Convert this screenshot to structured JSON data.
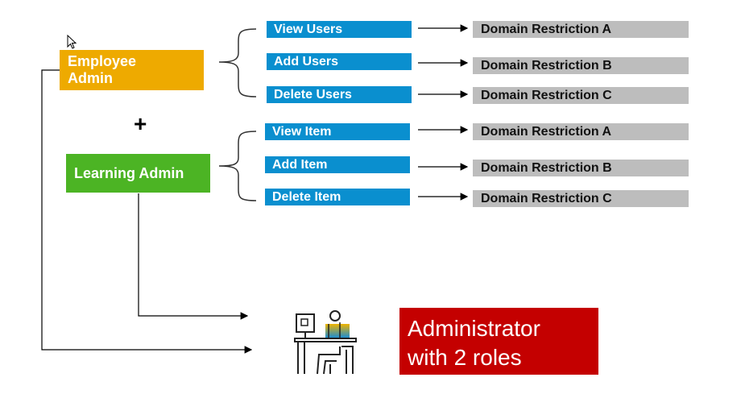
{
  "colors": {
    "employee_admin": "#EEAA00",
    "learning_admin": "#4CB424",
    "permission": "#0A8FCF",
    "restriction": "#BDBDBD",
    "result": "#C40000"
  },
  "roles": {
    "employee_admin": "Employee Admin",
    "learning_admin": "Learning Admin",
    "plus_sign": "+"
  },
  "employee_permissions": [
    {
      "label": "View Users",
      "restriction": "Domain Restriction A"
    },
    {
      "label": "Add Users",
      "restriction": "Domain Restriction B"
    },
    {
      "label": "Delete Users",
      "restriction": "Domain Restriction C"
    }
  ],
  "learning_permissions": [
    {
      "label": "View Item",
      "restriction": "Domain Restriction A"
    },
    {
      "label": "Add Item",
      "restriction": "Domain Restriction B"
    },
    {
      "label": "Delete Item",
      "restriction": "Domain Restriction C"
    }
  ],
  "result": {
    "line1": "Administrator",
    "line2": "with 2 roles",
    "icon": "person-at-desk-icon"
  },
  "cursor": {
    "icon": "mouse-pointer-icon"
  }
}
